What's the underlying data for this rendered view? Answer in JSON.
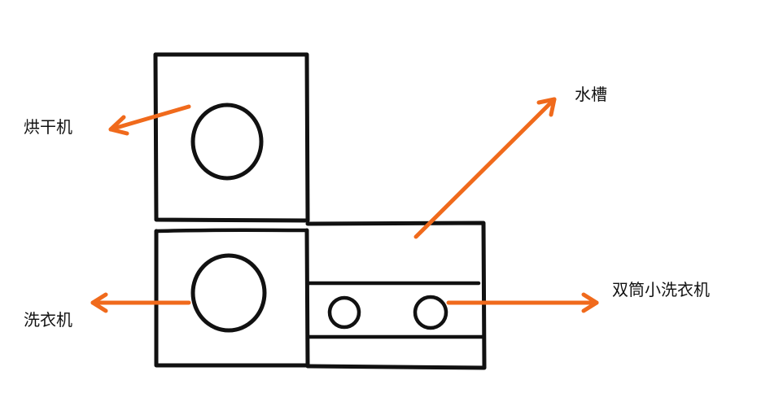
{
  "labels": {
    "dryer": "烘干机",
    "washer": "洗衣机",
    "sink": "水槽",
    "twin_tub": "双筒小洗衣机"
  },
  "colors": {
    "arrow": "#f06a1c",
    "outline": "#111111",
    "background": "#ffffff"
  }
}
